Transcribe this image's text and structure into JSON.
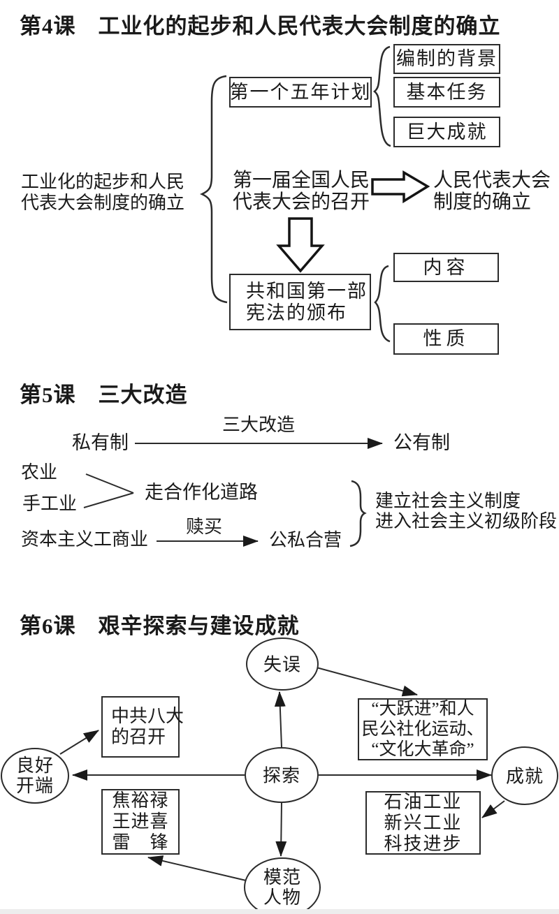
{
  "colors": {
    "ink": "#1a1a1a",
    "line": "#2b2b2b",
    "background": "#ffffff"
  },
  "lesson4": {
    "title": "第4课　工业化的起步和人民代表大会制度的确立",
    "root_label": [
      "工业化的起步和人民",
      "代表大会制度的确立"
    ],
    "five_year_plan": "第一个五年计划",
    "plan_branches": [
      "编制的背景",
      "基本任务",
      "巨大成就"
    ],
    "congress": [
      "第一届全国人民",
      "代表大会的召开"
    ],
    "congress_result": [
      "人民代表大会",
      "制度的确立"
    ],
    "constitution": [
      "共和国第一部",
      "宪法的颁布"
    ],
    "constitution_branches": [
      "内容",
      "性质"
    ]
  },
  "lesson5": {
    "title": "第5课　三大改造",
    "private_ownership": "私有制",
    "transform_label": "三大改造",
    "public_ownership": "公有制",
    "agriculture": "农业",
    "handicraft": "手工业",
    "cooperative_path": "走合作化道路",
    "capitalist_industry": "资本主义工商业",
    "buyout_label": "赎买",
    "joint_ownership": "公私合营",
    "result": [
      "建立社会主义制度",
      "进入社会主义初级阶段"
    ]
  },
  "lesson6": {
    "title": "第6课　艰辛探索与建设成就",
    "mistakes": "失误",
    "good_start": [
      "良好",
      "开端"
    ],
    "exploration": "探索",
    "achievements": "成就",
    "model_figures": [
      "模范",
      "人物"
    ],
    "eighth_congress": [
      "中共八大",
      "的召开"
    ],
    "movements": [
      "“大跃进”和人",
      "民公社化运动、",
      "“文化大革命”"
    ],
    "figures": [
      "焦裕禄",
      "王进喜",
      "雷　锋"
    ],
    "industry": [
      "石油工业",
      "新兴工业",
      "科技进步"
    ]
  }
}
